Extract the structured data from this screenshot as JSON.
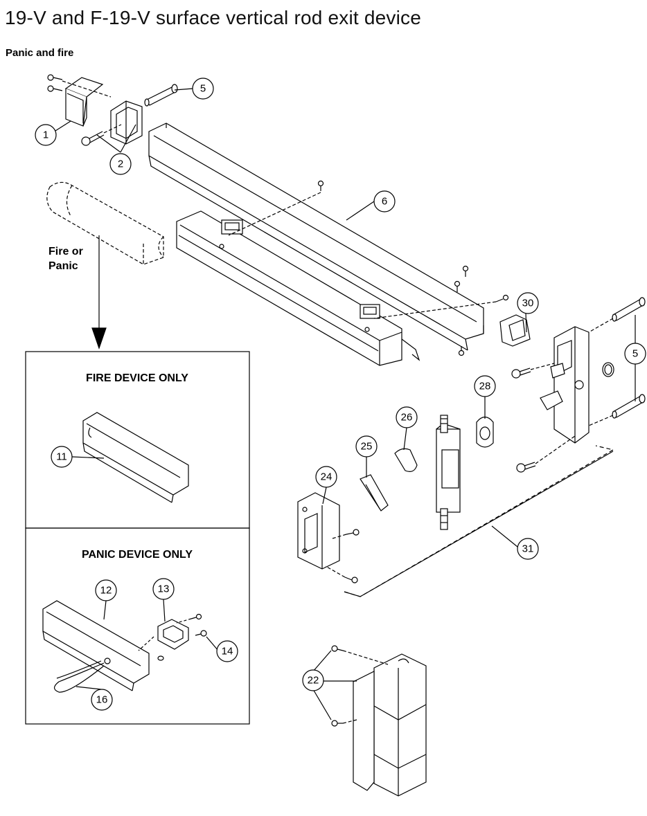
{
  "title": "19-V and F-19-V surface vertical rod exit device",
  "subtitle": "Panic and fire",
  "flow_label_line1": "Fire or",
  "flow_label_line2": "Panic",
  "fire_box_heading": "FIRE DEVICE ONLY",
  "panic_box_heading": "PANIC DEVICE ONLY",
  "callouts": {
    "c1": "1",
    "c2": "2",
    "c5a": "5",
    "c5b": "5",
    "c6": "6",
    "c11": "11",
    "c12": "12",
    "c13": "13",
    "c14": "14",
    "c16": "16",
    "c22": "22",
    "c24": "24",
    "c25": "25",
    "c26": "26",
    "c28": "28",
    "c30": "30",
    "c31": "31"
  }
}
